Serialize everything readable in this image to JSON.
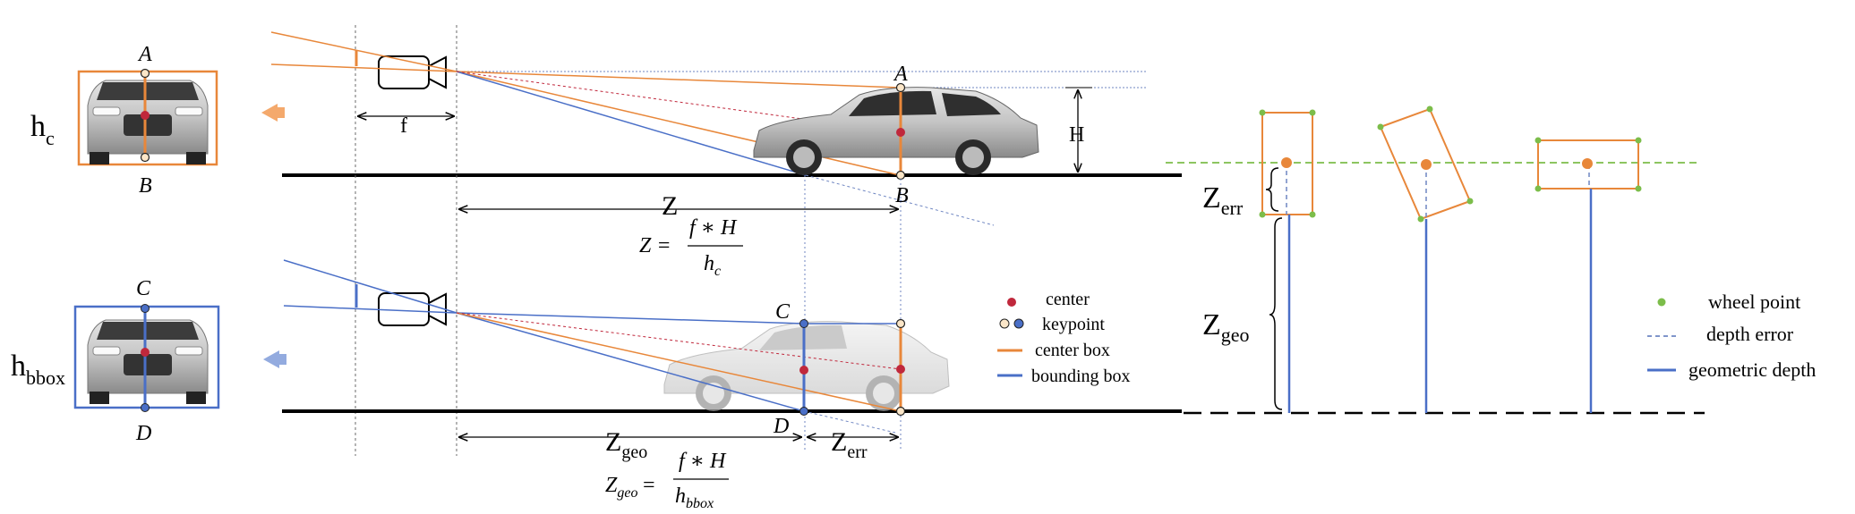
{
  "colors": {
    "orange": "#e8873a",
    "blue": "#4a6fc7",
    "red": "#c0283c",
    "green": "#7cbd4a",
    "dashed_green": "#7cbd4a",
    "black": "#000000"
  },
  "top_panel": {
    "hc_main": "h",
    "hc_sub": "c",
    "point_A": "A",
    "point_B": "B",
    "focal": "f",
    "height": "H",
    "depth": "Z",
    "formula_lhs": "Z =",
    "formula_num": "f ∗ H",
    "formula_den_main": "h",
    "formula_den_sub": "c"
  },
  "bottom_panel": {
    "hbbox_main": "h",
    "hbbox_sub": "bbox",
    "point_C": "C",
    "point_D": "D",
    "zgeo_main": "Z",
    "zgeo_sub": "geo",
    "zerr_main": "Z",
    "zerr_sub": "err",
    "formula_lhs_main": "Z",
    "formula_lhs_sub": "geo",
    "formula_eq": "=",
    "formula_num": "f ∗ H",
    "formula_den_main": "h",
    "formula_den_sub": "bbox"
  },
  "legend_left": {
    "center": "center",
    "keypoint": "keypoint",
    "center_box": "center box",
    "bounding_box": "bounding box"
  },
  "right_panel": {
    "zerr_main": "Z",
    "zerr_sub": "err",
    "zgeo_main": "Z",
    "zgeo_sub": "geo"
  },
  "legend_right": {
    "wheel_point": "wheel point",
    "depth_error": "depth error",
    "geometric_depth": "geometric depth"
  }
}
